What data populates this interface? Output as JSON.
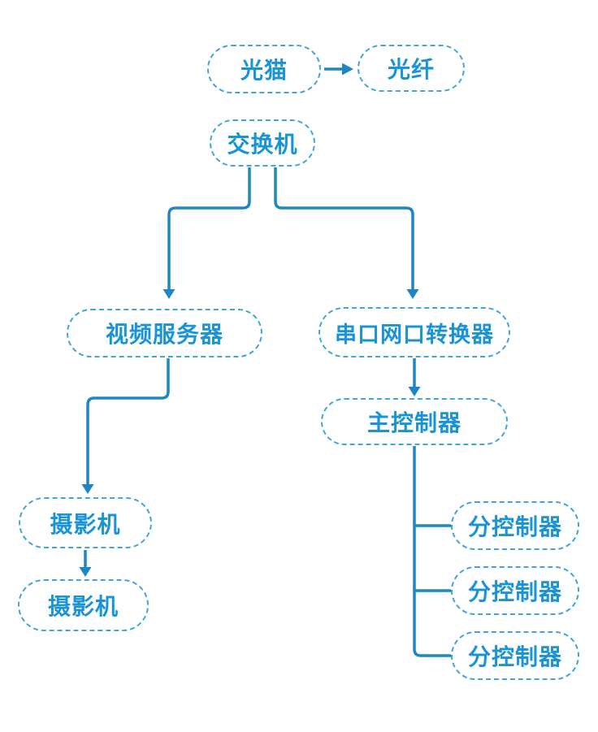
{
  "diagram": {
    "type": "network-topology-flowchart",
    "colors": {
      "background": "#ffffff",
      "connector_line": "#1e86c3",
      "node_border": "#43a5d5",
      "node_text": "#1a94d5"
    },
    "nodes": [
      {
        "id": "optical-modem",
        "label": "光猫"
      },
      {
        "id": "optical-fiber",
        "label": "光纤"
      },
      {
        "id": "network-switch",
        "label": "交换机"
      },
      {
        "id": "video-server",
        "label": "视频服务器"
      },
      {
        "id": "serial-to-ethernet-converter",
        "label": "串口网口转换器"
      },
      {
        "id": "main-controller",
        "label": "主控制器"
      },
      {
        "id": "camera-1",
        "label": "摄影机"
      },
      {
        "id": "camera-2",
        "label": "摄影机"
      },
      {
        "id": "sub-controller-1",
        "label": "分控制器"
      },
      {
        "id": "sub-controller-2",
        "label": "分控制器"
      },
      {
        "id": "sub-controller-3",
        "label": "分控制器"
      }
    ],
    "edges": [
      {
        "from": "optical-modem",
        "to": "optical-fiber",
        "arrow": true
      },
      {
        "from": "network-switch",
        "to": "video-server",
        "arrow": true
      },
      {
        "from": "network-switch",
        "to": "serial-to-ethernet-converter",
        "arrow": true
      },
      {
        "from": "video-server",
        "to": "camera-1",
        "arrow": true
      },
      {
        "from": "camera-1",
        "to": "camera-2",
        "arrow": true
      },
      {
        "from": "serial-to-ethernet-converter",
        "to": "main-controller",
        "arrow": true
      },
      {
        "from": "main-controller",
        "to": "sub-controller-1",
        "arrow": false
      },
      {
        "from": "main-controller",
        "to": "sub-controller-2",
        "arrow": false
      },
      {
        "from": "main-controller",
        "to": "sub-controller-3",
        "arrow": false
      }
    ]
  }
}
